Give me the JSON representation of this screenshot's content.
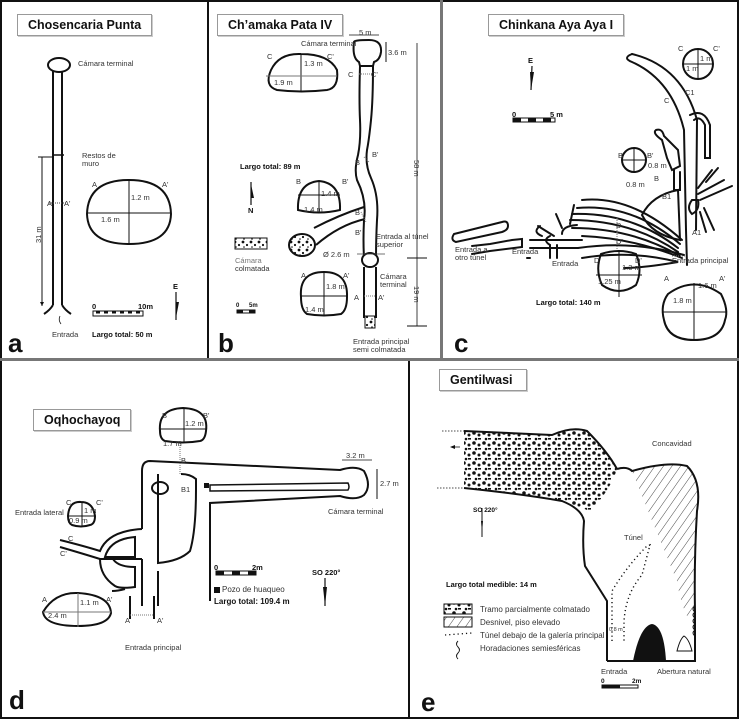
{
  "figure": {
    "panels": [
      {
        "letter": "a",
        "title": "Chosencaria Punta",
        "labels": {
          "camara_terminal": "Cámara terminal",
          "restos_muro_1": "Restos de",
          "restos_muro_2": "muro",
          "section_a": "A",
          "section_a_prime": "A'",
          "section_inline": "A",
          "section_inline_prime": "A'",
          "height": "1.2 m",
          "width": "1.6 m",
          "length_vertical": "31 m",
          "entrada": "Entrada",
          "scale_start": "0",
          "scale_end": "10m",
          "north_label": "E",
          "largo_total": "Largo total: 50 m"
        }
      },
      {
        "letter": "b",
        "title": "Ch’amaka Pata IV",
        "labels": {
          "width_top": "5 m",
          "camara_terminal_top": "Cámara terminal",
          "height_top": "3.6 m",
          "section_c": "C",
          "section_c_prime": "C'",
          "c_height": "1.3 m",
          "c_width": "1.9 m",
          "section_b": "B",
          "section_b_prime": "B'",
          "b_height": "1.4 m",
          "b_width": "1.4 m",
          "largo_total": "Largo total: 89 m",
          "north_label": "N",
          "legend_camara_1": "Cámara",
          "legend_camara_2": "colmatada",
          "diameter": "Ø 2.6 m",
          "entrada_tunel_1": "Entrada al túnel",
          "entrada_tunel_2": "superior",
          "camara_terminal_mid_1": "Cámara",
          "camara_terminal_mid_2": "terminal",
          "section_a": "A",
          "section_a_prime": "A'",
          "a_height": "1.8 m",
          "a_width": "1.4 m",
          "scale_start": "0",
          "scale_end": "5m",
          "length_upper": "58 m",
          "length_lower": "19 m",
          "entrada_principal_1": "Entrada principal",
          "entrada_principal_2": "semi colmatada"
        }
      },
      {
        "letter": "c",
        "title": "Chinkana Aya Aya I",
        "labels": {
          "north_label": "E",
          "scale_start": "0",
          "scale_end": "5 m",
          "section_c": "C",
          "section_c_prime": "C'",
          "c_height": "1 m",
          "c_width": "1 m",
          "c1": "C1",
          "section_b": "B",
          "section_b_prime": "B'",
          "b_height": "0.8 m",
          "b_width": "0.8 m",
          "b1": "B1",
          "section_d": "D",
          "section_d_prime": "D'",
          "d_height": "1.3 m",
          "d_width": "1.25 m",
          "a1": "A1",
          "entrada_otro_1": "Entrada a",
          "entrada_otro_2": "otro túnel",
          "entrada_1": "Entrada",
          "entrada_2": "Entrada",
          "entrada_principal": "Entrada principal",
          "section_a": "A",
          "section_a_prime": "A'",
          "a_height": "1.6 m",
          "a_width": "1.8 m",
          "largo_total": "Largo total: 140 m"
        }
      },
      {
        "letter": "d",
        "title": "Oqhochayoq",
        "labels": {
          "section_b": "B",
          "section_b_prime": "B'",
          "b_height": "1.2 m",
          "b_width": "1.7 m",
          "b_mark": "B",
          "b1": "B1",
          "width_end": "3.2 m",
          "height_end": "2.7 m",
          "camara_terminal": "Cámara terminal",
          "entrada_lateral": "Entrada lateral",
          "section_c": "C",
          "section_c_prime": "C'",
          "c_height": "1 m",
          "c_width": "0.9 m",
          "c_mark": "C",
          "c_mark_prime": "C'",
          "section_a": "A",
          "section_a_prime": "A'",
          "a_height": "1.1 m",
          "a_width": "2.4 m",
          "a_mark": "A",
          "a_mark_prime": "A'",
          "entrada_principal": "Entrada principal",
          "scale_start": "0",
          "scale_end": "2m",
          "pozo": "Pozo de huaqueo",
          "largo_total": "Largo total: 109.4 m",
          "orientation": "SO 220°"
        }
      },
      {
        "letter": "e",
        "title": "Gentilwasi",
        "labels": {
          "concavidad": "Concavidad",
          "orientation": "SO 220°",
          "tunel": "Túnel",
          "largo_total": "Largo total medible: 14 m",
          "width_small": "0.8 m",
          "entrada": "Entrada",
          "abertura": "Abertura natural",
          "scale_start": "0",
          "scale_end": "2m"
        },
        "legend": [
          "Tramo parcialmente colmatado",
          "Desnivel, piso elevado",
          "Túnel debajo de la galería principal",
          "Horadaciones semiesféricas"
        ]
      }
    ]
  }
}
